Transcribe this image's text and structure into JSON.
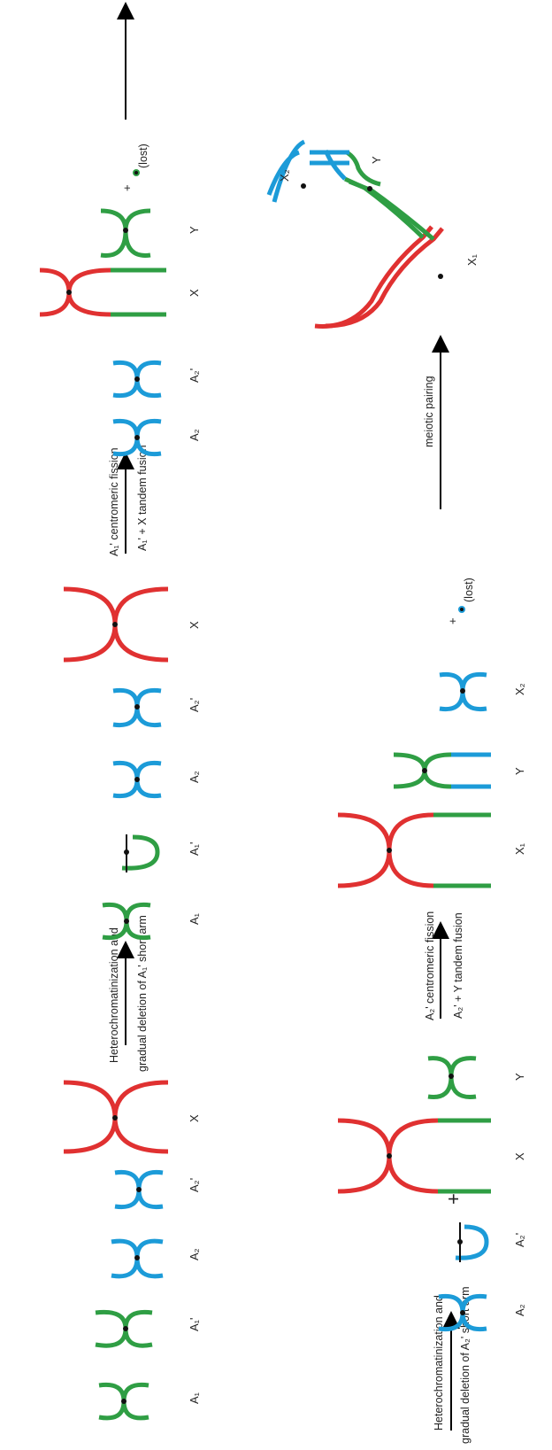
{
  "colors": {
    "red": "#e03131",
    "green": "#2f9e44",
    "blue": "#1c9bd8",
    "centromere": "#111111",
    "arrow": "#000000"
  },
  "captions": {
    "step1_line1": "Heterochromatinization and",
    "step1_line2": "gradual deletion of A₁' short arm",
    "step2_line1": "A₁' centromeric fission",
    "step2_line2": "A₁' + X tandem fusion",
    "step3_line1": "Heterochromatinization and",
    "step3_line2": "gradual deletion of A₂' short arm",
    "step4_line1": "A₂' centromeric fission",
    "step4_line2": "A₂' + Y tandem fusion",
    "meiotic": "meiotic pairing",
    "lost": "(lost)",
    "plus": "+"
  },
  "labels": {
    "A1": "A₁",
    "A1p": "A₁'",
    "A2": "A₂",
    "A2p": "A₂'",
    "X": "X",
    "Y": "Y",
    "X1": "X₁",
    "X2": "X₂"
  }
}
